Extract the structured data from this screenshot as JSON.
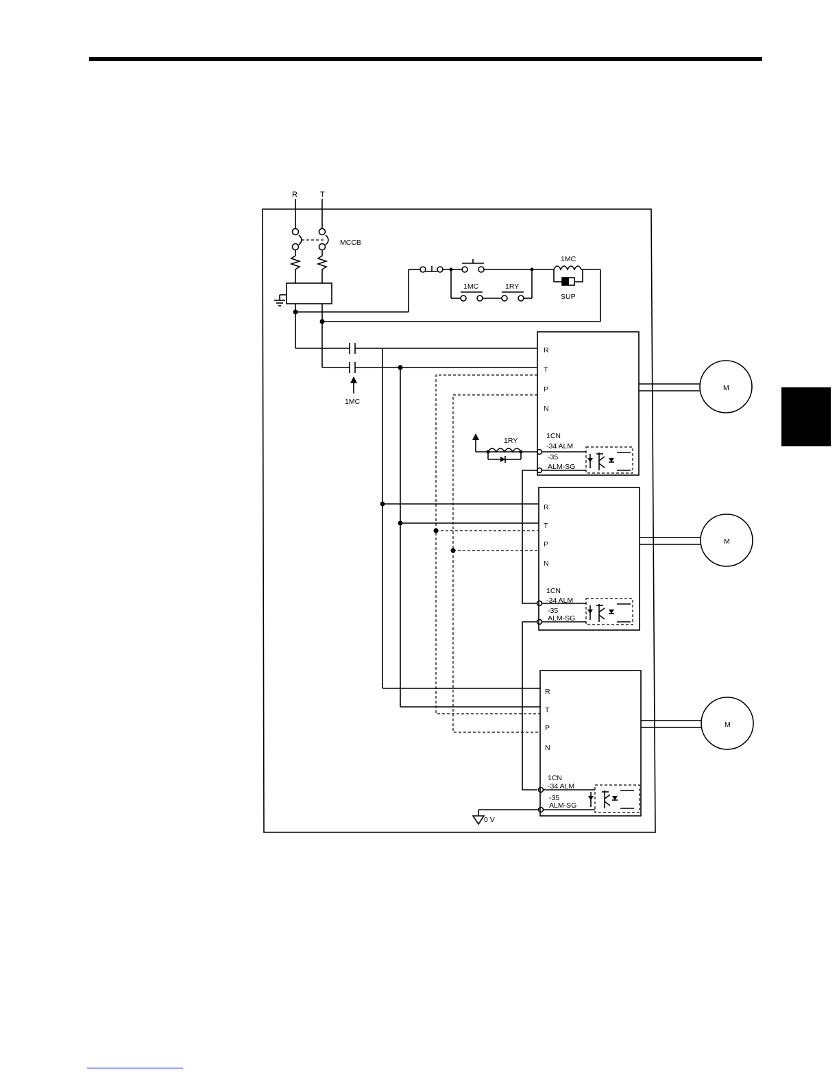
{
  "colors": {
    "ink": "#000000",
    "paper": "#ffffff",
    "section_tab": "#000000"
  },
  "supply": {
    "r": "R",
    "t": "T"
  },
  "breaker": {
    "label": "MCCB"
  },
  "control": {
    "contactor_coil": "1MC",
    "suppressor": "SUP",
    "aux_contact_mc": "1MC",
    "aux_contact_ry": "1RY"
  },
  "main_contact": {
    "label": "1MC"
  },
  "alarm_relay": {
    "label": "1RY"
  },
  "terminals": {
    "r": "R",
    "t": "T",
    "p": "P",
    "n": "N"
  },
  "connector": {
    "name": "1CN",
    "alm": "-34  ALM",
    "sg_num": "-35",
    "sg": "ALM-SG"
  },
  "motor": {
    "label": "M"
  },
  "ground": {
    "label": "0 V"
  }
}
